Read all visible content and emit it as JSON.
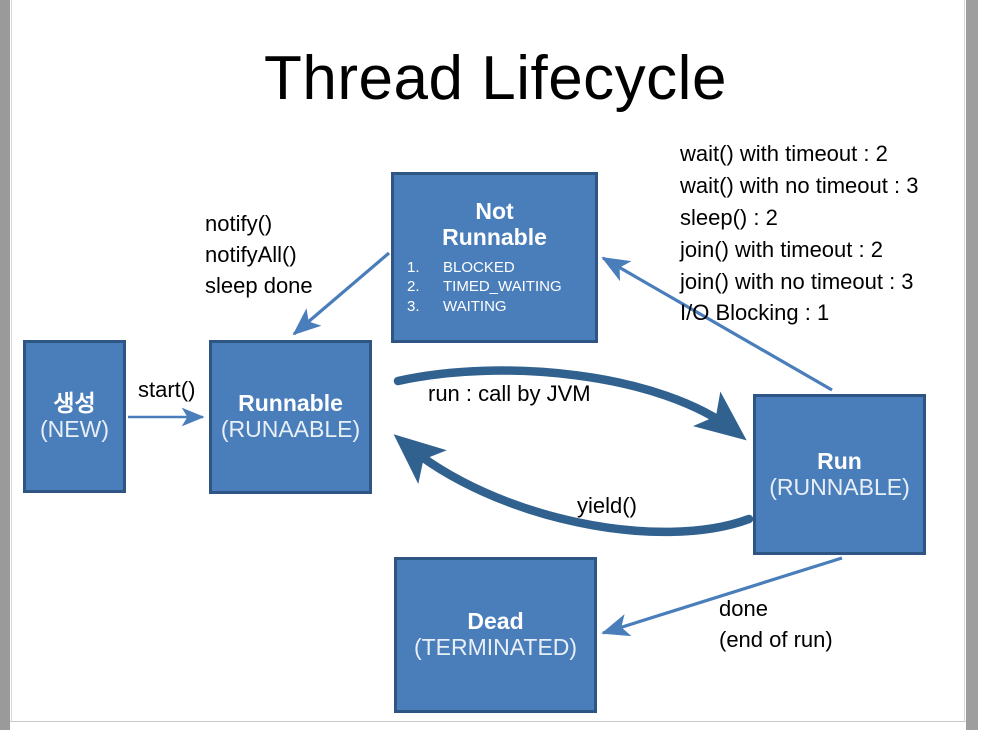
{
  "slide": {
    "title": "Thread Lifecycle",
    "colors": {
      "box_fill": "#4a7ebb",
      "box_border": "#2e5584",
      "arrow": "#4a7ebb",
      "curve_arrow": "#31618f",
      "text": "#000000",
      "box_text": "#ffffff",
      "edge_bar": "#9a9a9a"
    }
  },
  "boxes": {
    "new": {
      "title": "생성",
      "sub": "(NEW)"
    },
    "runnable": {
      "title": "Runnable",
      "sub": "(RUNAABLE)"
    },
    "notrunnable": {
      "title_line1": "Not",
      "title_line2": "Runnable",
      "items": [
        {
          "num": "1.",
          "text": "BLOCKED"
        },
        {
          "num": "2.",
          "text": "TIMED_WAITING"
        },
        {
          "num": "3.",
          "text": "WAITING"
        }
      ]
    },
    "run": {
      "title": "Run",
      "sub": "(RUNNABLE)"
    },
    "dead": {
      "title": "Dead",
      "sub": "(TERMINATED)"
    }
  },
  "labels": {
    "notify_group": "notify()\nnotifyAll()\nsleep done",
    "blocking_reasons": "wait() with timeout : 2\nwait() with no timeout : 3\nsleep() : 2\njoin() with timeout : 2\njoin() with no timeout : 3\nI/O Blocking : 1",
    "start": "start()",
    "run_call_by_jvm": "run : call by JVM",
    "yield": "yield()",
    "done": "done\n(end of run)"
  },
  "blocking_reasons_list": [
    "wait() with timeout : 2",
    "wait() with no timeout : 3",
    "sleep() : 2",
    "join() with timeout : 2",
    "join() with no timeout : 3",
    "I/O Blocking : 1"
  ],
  "transitions": [
    {
      "from": "new",
      "to": "runnable",
      "label": "start()"
    },
    {
      "from": "notrunnable",
      "to": "runnable",
      "label": "notify() / notifyAll() / sleep done"
    },
    {
      "from": "run",
      "to": "notrunnable",
      "label": "wait/sleep/join/IO blocking"
    },
    {
      "from": "runnable",
      "to": "run",
      "label": "run : call by JVM"
    },
    {
      "from": "run",
      "to": "runnable",
      "label": "yield()"
    },
    {
      "from": "run",
      "to": "dead",
      "label": "done (end of run)"
    }
  ]
}
